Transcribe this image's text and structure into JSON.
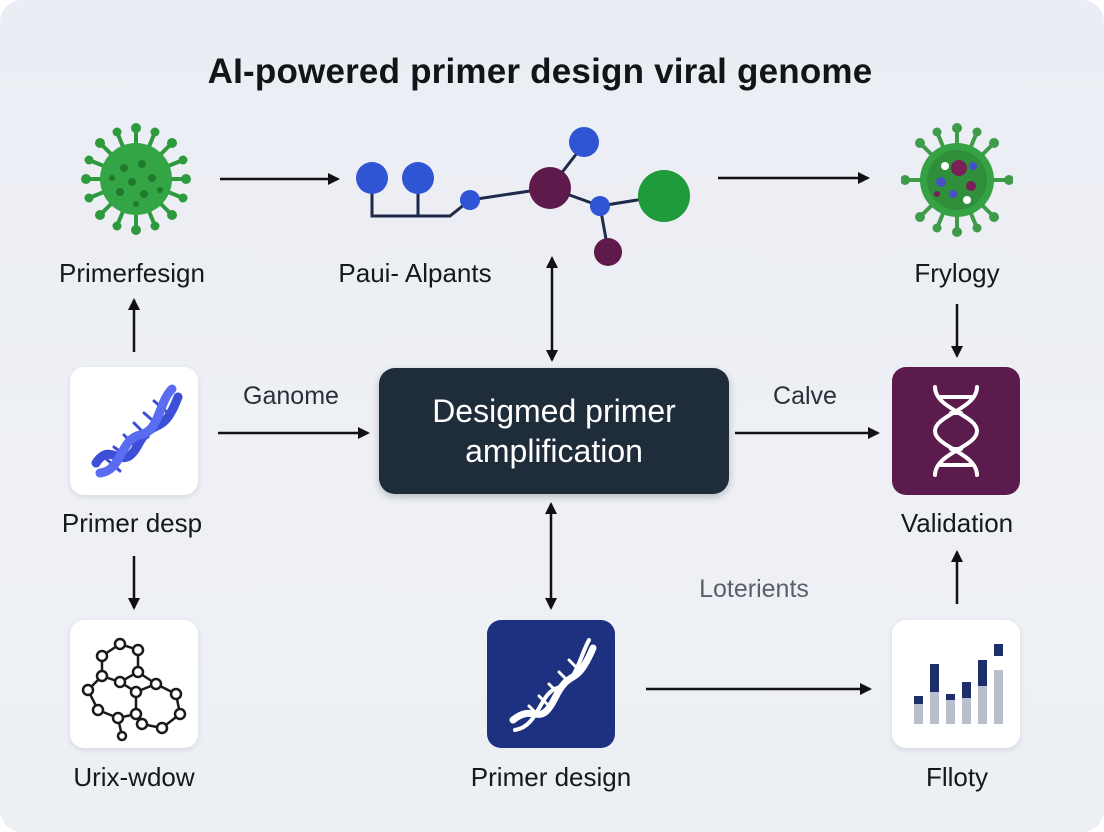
{
  "title": "AI-powered primer design viral genome",
  "center_node": {
    "label": "Desigmed primer amplification"
  },
  "nodes": {
    "virus_green": {
      "label": "Primerfesign",
      "icon": "virus-icon",
      "color": "#2e9a3e"
    },
    "molecule": {
      "label": "Paui- Alpants",
      "icon": "molecule-icon"
    },
    "virus_multi": {
      "label": "Frylogy",
      "icon": "virus-icon",
      "color": "#3f9a4a"
    },
    "dna_white": {
      "label": "Primer desp",
      "icon": "dna-icon",
      "color": "#3d4fd6"
    },
    "dna_plum": {
      "label": "Validation",
      "icon": "dna-icon",
      "color": "#5b1b4c"
    },
    "network": {
      "label": "Urix-wdow",
      "icon": "network-icon"
    },
    "dna_navy": {
      "label": "Primer design",
      "icon": "dna-icon",
      "color": "#1e3180"
    },
    "bar_chart": {
      "label": "Flloty",
      "icon": "bar-chart-icon"
    }
  },
  "edge_labels": {
    "left_to_center": "Ganome",
    "center_to_right": "Calve",
    "bottom_right": "Loterients"
  },
  "colors": {
    "background": "#eceff4",
    "center_box": "#1f2c3a",
    "arrow": "#111111",
    "molecule_blue": "#2f55d4",
    "molecule_purple": "#5e1a4a",
    "molecule_green": "#1f9a3a",
    "chart_navy": "#1e2d6b",
    "chart_gray": "#b9c0cc"
  }
}
